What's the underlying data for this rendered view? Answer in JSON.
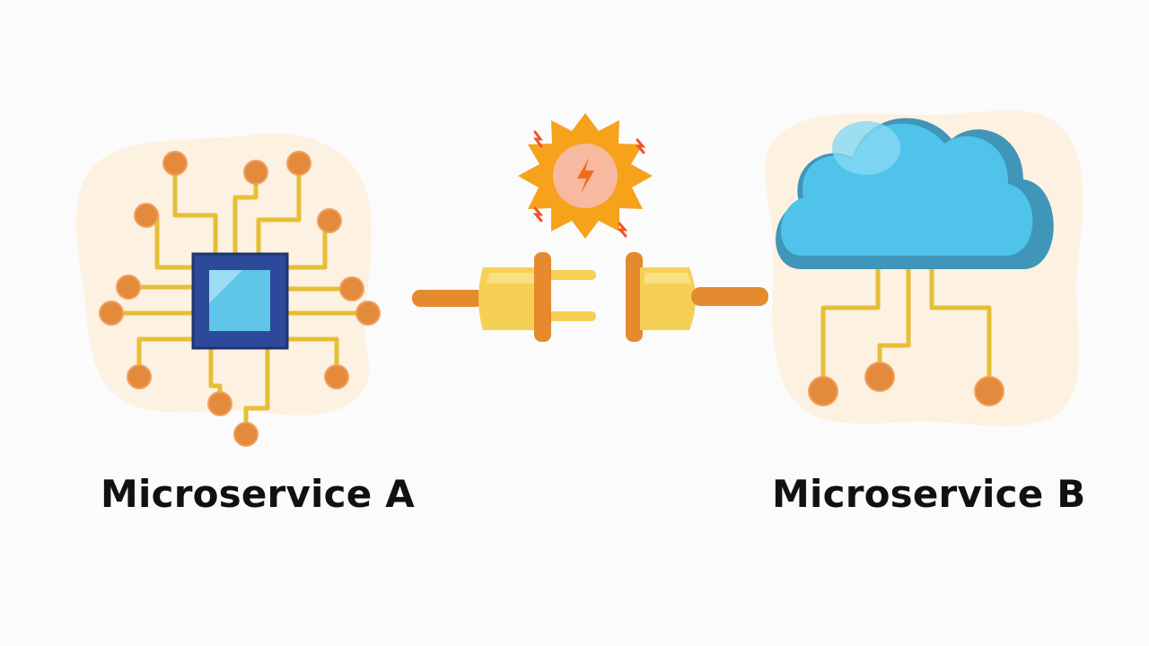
{
  "nodes": {
    "service_a": {
      "label": "Microservice A",
      "icon": "cpu-chip-icon"
    },
    "service_b": {
      "label": "Microservice B",
      "icon": "cloud-network-icon"
    }
  },
  "connector": {
    "icon": "unplugged-connector-icon",
    "burst_icon": "electric-spark-icon",
    "state": "disconnected"
  },
  "colors": {
    "background": "#fbfbfb",
    "blob": "#fdf1e1",
    "trace": "#e6bf35",
    "node_dot": "#e48a3c",
    "chip_outer": "#2d4a9a",
    "chip_inner": "#5fc6ea",
    "cloud_back": "#3f96b8",
    "cloud_front": "#4fc3ea",
    "plug_body": "#f6cf55",
    "plug_accent": "#e58a2e",
    "spark": "#f7a21b",
    "spark_core": "#f8b9a1"
  }
}
